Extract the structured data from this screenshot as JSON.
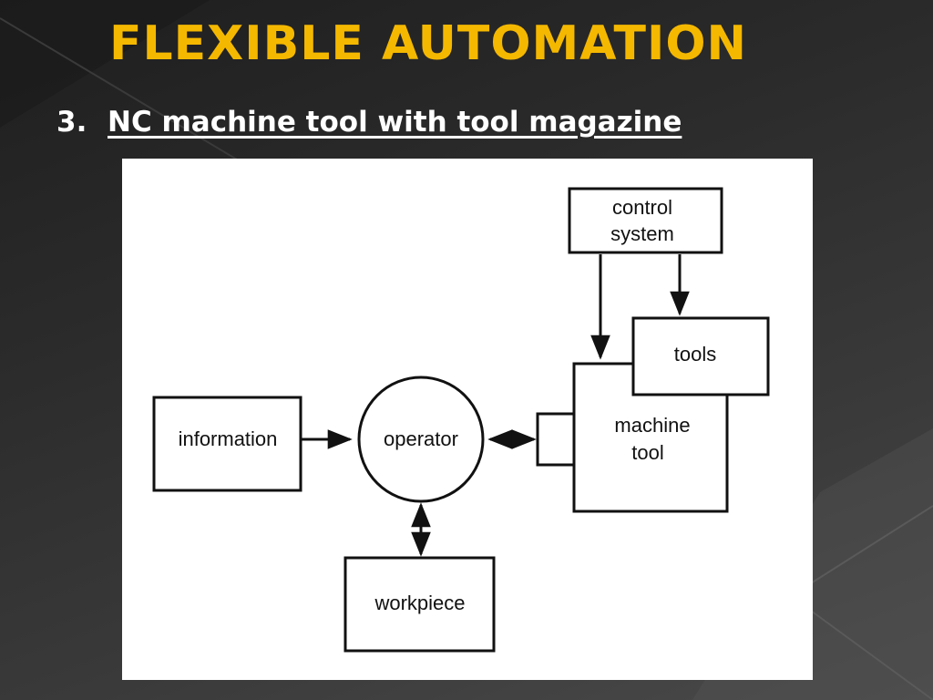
{
  "slide": {
    "title": "FLEXIBLE AUTOMATION",
    "bullet_number": "3.",
    "bullet_text": "NC machine tool with tool magazine"
  },
  "diagram": {
    "nodes": {
      "control_system": {
        "line1": "control",
        "line2": "system"
      },
      "tools": {
        "label": "tools"
      },
      "information": {
        "label": "information"
      },
      "operator": {
        "label": "operator"
      },
      "machine_tool": {
        "line1": "machine",
        "line2": "tool"
      },
      "workpiece": {
        "label": "workpiece"
      }
    },
    "edges": [
      {
        "from": "information",
        "to": "operator",
        "direction": "one-way"
      },
      {
        "from": "operator",
        "to": "machine_tool",
        "direction": "two-way"
      },
      {
        "from": "operator",
        "to": "workpiece",
        "direction": "two-way"
      },
      {
        "from": "control_system",
        "to": "machine_tool",
        "direction": "one-way"
      },
      {
        "from": "control_system",
        "to": "tools",
        "direction": "one-way"
      }
    ]
  },
  "colors": {
    "title": "#f5b800",
    "text": "#ffffff",
    "panel": "#ffffff",
    "ink": "#111111"
  }
}
